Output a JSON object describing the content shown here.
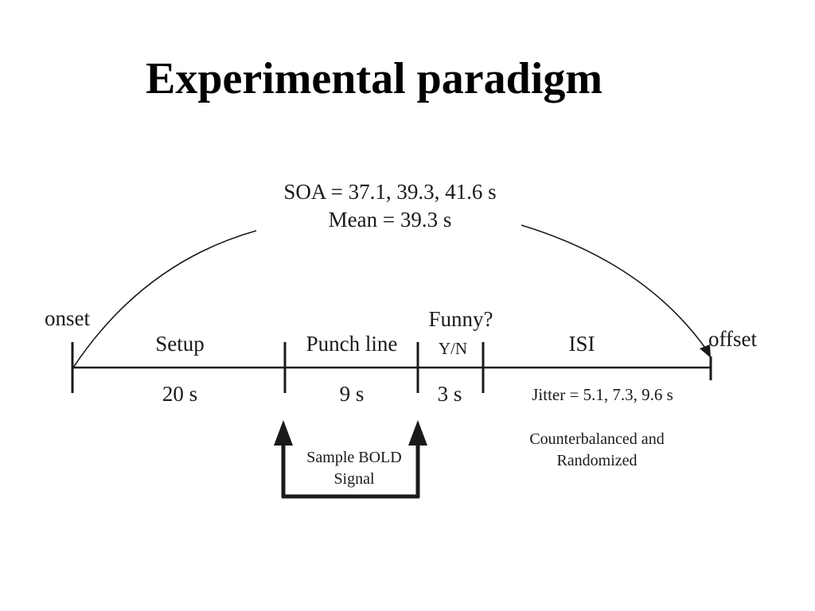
{
  "title": "Experimental paradigm",
  "soa": {
    "line1": "SOA = 37.1, 39.3, 41.6 s",
    "line2": "Mean = 39.3 s"
  },
  "onset_label": "onset",
  "offset_label": "offset",
  "phases": [
    {
      "label": "Setup",
      "duration": "20 s"
    },
    {
      "label": "Punch line",
      "duration": "9 s"
    },
    {
      "label": "Y/N",
      "duration": "3 s"
    },
    {
      "label": "ISI",
      "duration": "Jitter = 5.1, 7.3, 9.6 s"
    }
  ],
  "funny_label": "Funny?",
  "sample_bold": {
    "line1": "Sample BOLD",
    "line2": "Signal"
  },
  "counterbalanced": {
    "line1": "Counterbalanced and",
    "line2": "Randomized"
  },
  "colors": {
    "ink": "#1a1a1a",
    "background": "#ffffff"
  }
}
